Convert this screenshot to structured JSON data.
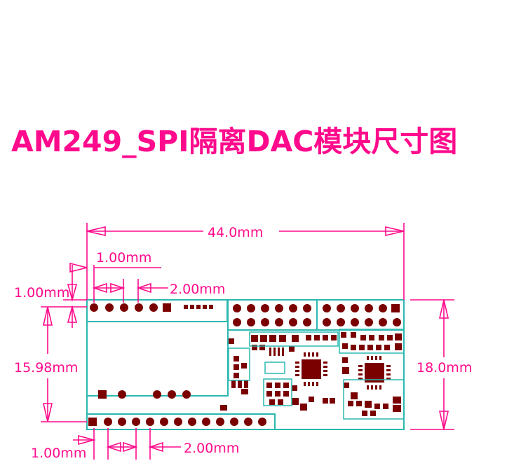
{
  "title": "AM249_SPI隔离DAC模块尺寸图",
  "colors": {
    "dimension": "#ff0a8c",
    "outline": "#2bb8b0",
    "pad": "#7a0000",
    "background": "#ffffff"
  },
  "dimensions": {
    "overall_width": "44.0mm",
    "overall_height": "18.0mm",
    "pin_row_offset_top": "1.00mm",
    "edge_offset_top": "1.00mm",
    "pin_pitch_top": "2.00mm",
    "pin_row_spacing": "15.98mm",
    "edge_offset_bottom": "1.00mm",
    "pin_pitch_bottom": "2.00mm"
  }
}
